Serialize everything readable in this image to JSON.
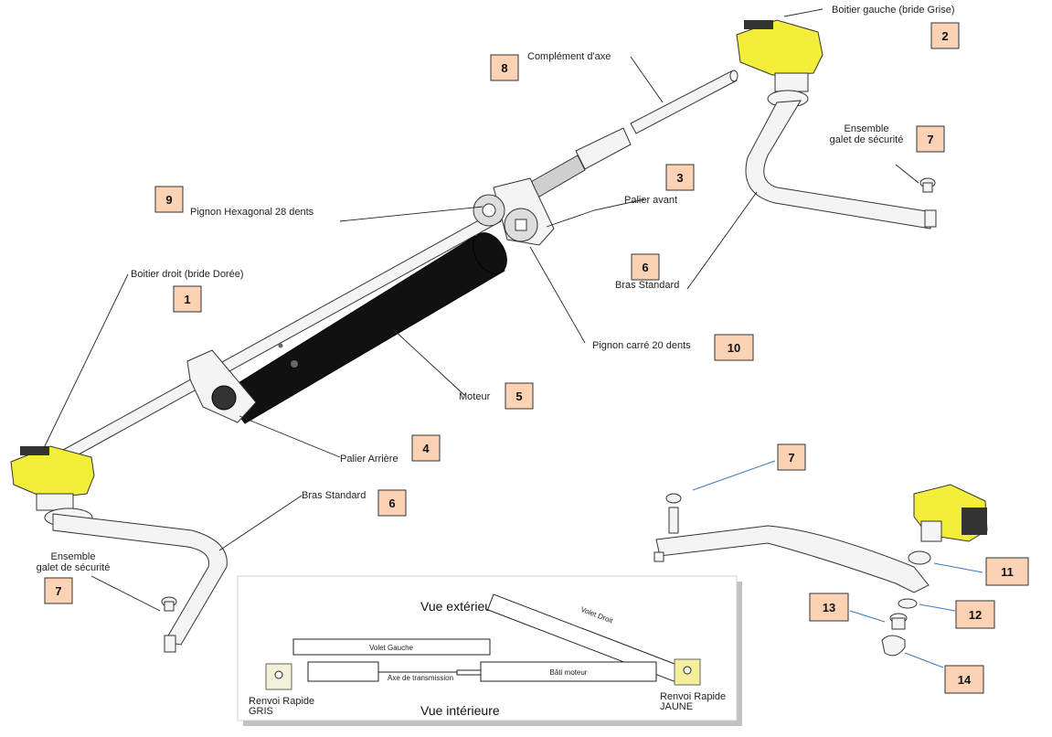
{
  "labels": {
    "l1": "Boitier droit (bride Dorée)",
    "l2": "Boitier gauche (bride Grise)",
    "l3": "Palier avant",
    "l4": "Palier Arrière",
    "l5": "Moteur",
    "l6a": "Bras Standard",
    "l6b": "Bras Standard",
    "l7a_line1": "Ensemble",
    "l7a_line2": "galet de sécurité",
    "l7b_line1": "Ensemble",
    "l7b_line2": "galet de sécurité",
    "l8": "Complément d'axe",
    "l9": "Pignon Hexagonal 28 dents",
    "l10": "Pignon carré 20 dents"
  },
  "numbers": {
    "n1": "1",
    "n2": "2",
    "n3": "3",
    "n4": "4",
    "n5": "5",
    "n6a": "6",
    "n6b": "6",
    "n7a": "7",
    "n7b": "7",
    "n7c": "7",
    "n8": "8",
    "n9": "9",
    "n10": "10",
    "n11": "11",
    "n12": "12",
    "n13": "13",
    "n14": "14"
  },
  "inset": {
    "vue_exterieure": "Vue extérieure",
    "vue_interieure": "Vue intérieure",
    "volet_gauche": "Volet Gauche",
    "volet_droit": "Volet Droit",
    "axe_transmission": "Axe de transmission",
    "bati_moteur": "Bâti moteur",
    "renvoi_gris_line1": "Renvoi Rapide",
    "renvoi_gris_line2": "GRIS",
    "renvoi_jaune_line1": "Renvoi Rapide",
    "renvoi_jaune_line2": "JAUNE"
  },
  "colors": {
    "number_box": "#fbd3b4",
    "housing_yellow": "#f3ee3a",
    "motor_black": "#111111",
    "leader_blue": "#3a78c0"
  }
}
